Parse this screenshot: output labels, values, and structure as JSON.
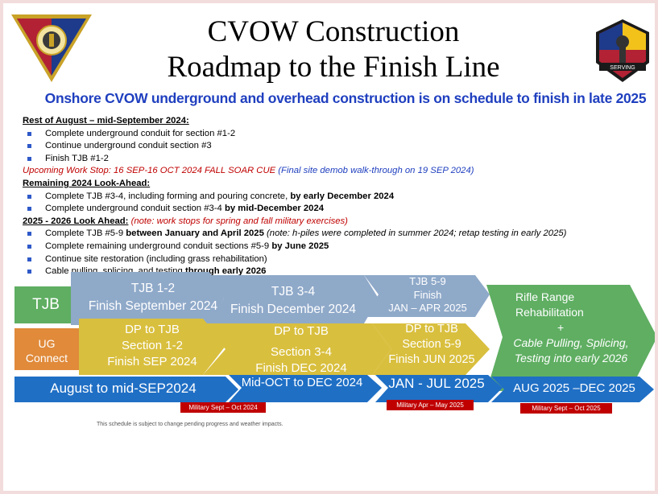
{
  "header": {
    "title_line1": "CVOW Construction",
    "title_line2": "Roadmap to the Finish Line",
    "subtitle": "Onshore CVOW underground and overhead construction is on schedule to finish in late 2025",
    "right_logo_text": "SERVING"
  },
  "sections": {
    "s1_heading": "Rest of August – mid-September 2024:",
    "s1_items": [
      "Complete underground  conduit for section #1-2",
      "Continue underground  conduit section #3",
      "Finish TJB #1-2"
    ],
    "work_stop": "Upcoming Work Stop: 16 SEP-16 OCT 2024 FALL SOAR CUE",
    "work_stop_note": "(Final site demob walk-through on 19 SEP 2024)",
    "s2_heading": "Remaining 2024 Look-Ahead:",
    "s2_item1": "Complete TJB #3-4, including forming and pouring concrete, ",
    "s2_item1_bold": "by early December 2024",
    "s2_item2": "Complete underground  conduit section #3-4 ",
    "s2_item2_bold": "by mid-December 2024",
    "s3_heading": "2025 - 2026 Look Ahead:",
    "s3_heading_note": " (note: work stops for spring and fall military exercises)",
    "s3_item1": "Complete TJB #5-9 ",
    "s3_item1_bold": "between January and April 2025",
    "s3_item1_note": "   (note: h-piles were completed in summer 2024; retap testing in early 2025)",
    "s3_item2": "Complete remaining underground conduit sections #5-9 ",
    "s3_item2_bold": "by June 2025",
    "s3_item3": "Continue site restoration (including grass rehabilitation)",
    "s3_item4": "Cable pulling, splicing, and testing ",
    "s3_item4_bold": "through early 2026"
  },
  "roadmap": {
    "tjb_label": "TJB",
    "ug_label_1": "UG",
    "ug_label_2": "Connect",
    "tjb_1_2_a": "TJB 1-2",
    "tjb_1_2_b": "Finish September 2024",
    "tjb_3_4_a": "TJB 3-4",
    "tjb_3_4_b": "Finish December 2024",
    "tjb_5_9_a": "TJB 5-9",
    "tjb_5_9_b": "Finish",
    "tjb_5_9_c": "JAN – APR 2025",
    "dp_1_a": "DP to TJB",
    "dp_1_b": "Section 1-2",
    "dp_1_c": "Finish SEP 2024",
    "dp_2_a": "DP to TJB",
    "dp_2_b": "Section 3-4",
    "dp_2_c": "Finish DEC 2024",
    "dp_3_a": "DP to TJB",
    "dp_3_b": "Section 5-9",
    "dp_3_c": "Finish JUN 2025",
    "green_1": "Rifle Range",
    "green_2": "Rehabilitation",
    "green_3": "+",
    "green_4": "Cable Pulling, Splicing,",
    "green_5": "Testing into early 2026",
    "time_1": "August to mid-SEP2024",
    "time_2": "Mid-OCT to DEC 2024",
    "time_3": "JAN - JUL 2025",
    "time_4": "AUG 2025 –DEC 2025",
    "mil_1": "Military Sept – Oct 2024",
    "mil_2": "Military Apr – May 2025",
    "mil_3": "Military Sept – Oct 2025"
  },
  "footer": {
    "disclaimer": "This schedule is subject to change pending progress and weather impacts."
  },
  "colors": {
    "accent_blue": "#1f3fbf",
    "steel_blue": "#8fa9c9",
    "gold": "#d9bf3e",
    "green": "#5fae62",
    "timeline_blue": "#1f6fc5",
    "military_red": "#c00000"
  }
}
